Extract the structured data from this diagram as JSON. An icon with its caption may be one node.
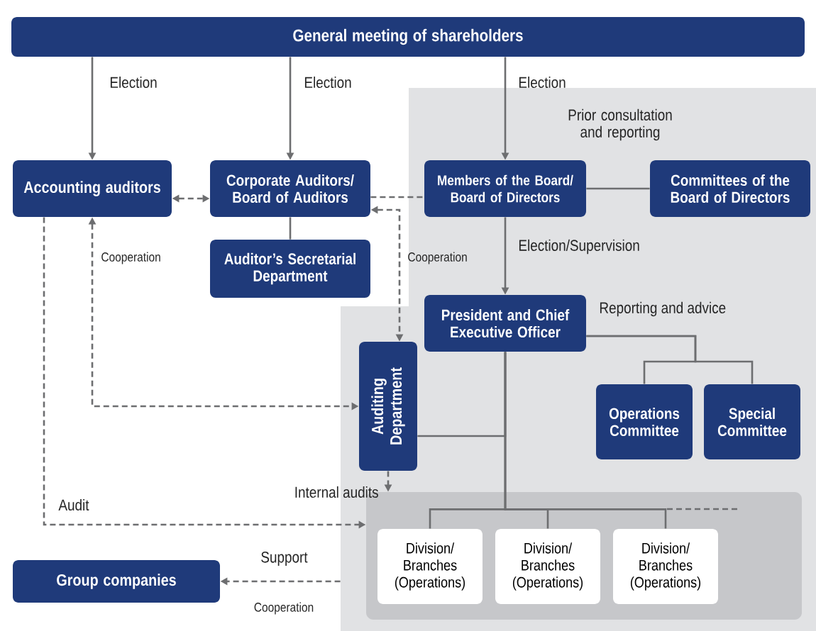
{
  "diagram": {
    "nodes": [
      {
        "text": [
          "General meeting of shareholders"
        ]
      },
      {
        "text": [
          "Accounting auditors"
        ]
      },
      {
        "text": [
          "Corporate Auditors/ Board of Auditors"
        ]
      },
      {
        "text": [
          "Auditor’s Secretarial Department"
        ]
      },
      {
        "text": [],
        "shape": "box"
      },
      {
        "text": [
          "Members of the Board/ Board of Directors"
        ],
        "in": 4
      },
      {
        "text": [
          "Committees of the Board of Directors"
        ],
        "in": 4
      },
      {
        "text": [
          "President and Chief Executive Officer"
        ],
        "in": 4
      },
      {
        "text": [
          "Auditing Department"
        ],
        "in": 4
      },
      {
        "text": [
          "Operations Committee"
        ],
        "in": 4
      },
      {
        "text": [
          "Special Committee"
        ],
        "in": 4
      },
      {
        "text": [],
        "shape": "box",
        "in": 4
      },
      {
        "text": [
          "Division/ Branches (Operations)"
        ],
        "in": 11
      },
      {
        "text": [
          "Division/ Branches (Operations)"
        ],
        "in": 11
      },
      {
        "text": [
          "Division/ Branches (Operations)"
        ],
        "in": 11
      },
      {
        "text": [
          "Group companies"
        ]
      }
    ],
    "edges": [
      {
        "from": 0,
        "to": 1,
        "arrow": "to",
        "label": "Election"
      },
      {
        "from": 0,
        "to": 2,
        "arrow": "to",
        "label": "Election"
      },
      {
        "from": 0,
        "to": 5,
        "arrow": "to",
        "label": "Election"
      },
      {
        "from": 1,
        "to": 2,
        "arrow": "both",
        "style": "dashed"
      },
      {
        "from": 2,
        "to": 3,
        "arrow": "none"
      },
      {
        "from": 2,
        "to": 5,
        "arrow": "none",
        "style": "dashed"
      },
      {
        "from": 5,
        "to": 6,
        "arrow": "none",
        "label": "Prior consultation and reporting"
      },
      {
        "from": 5,
        "to": 7,
        "arrow": "to",
        "label": "Election/Supervision"
      },
      {
        "from": 2,
        "to": 8,
        "arrow": "both",
        "style": "dashed",
        "label": "Cooperation"
      },
      {
        "from": 7,
        "to": 9,
        "arrow": "none",
        "label": "Reporting and advice"
      },
      {
        "from": 7,
        "to": 10,
        "arrow": "none"
      },
      {
        "from": 7,
        "to": 8,
        "arrow": "none"
      },
      {
        "from": 7,
        "to": 12,
        "arrow": "none"
      },
      {
        "from": 7,
        "to": 13,
        "arrow": "none"
      },
      {
        "from": 7,
        "to": 14,
        "arrow": "none"
      },
      {
        "from": 1,
        "to": 8,
        "arrow": "both",
        "style": "dashed",
        "label": "Cooperation"
      },
      {
        "from": 1,
        "to": 11,
        "arrow": "to",
        "style": "dashed",
        "label": "Audit"
      },
      {
        "from": 8,
        "to": 11,
        "arrow": "to",
        "style": "dashed",
        "label": "Internal audits"
      },
      {
        "from": 4,
        "to": 15,
        "arrow": "to",
        "style": "dashed",
        "label": "Support"
      }
    ],
    "labels": [
      "Cooperation"
    ]
  }
}
